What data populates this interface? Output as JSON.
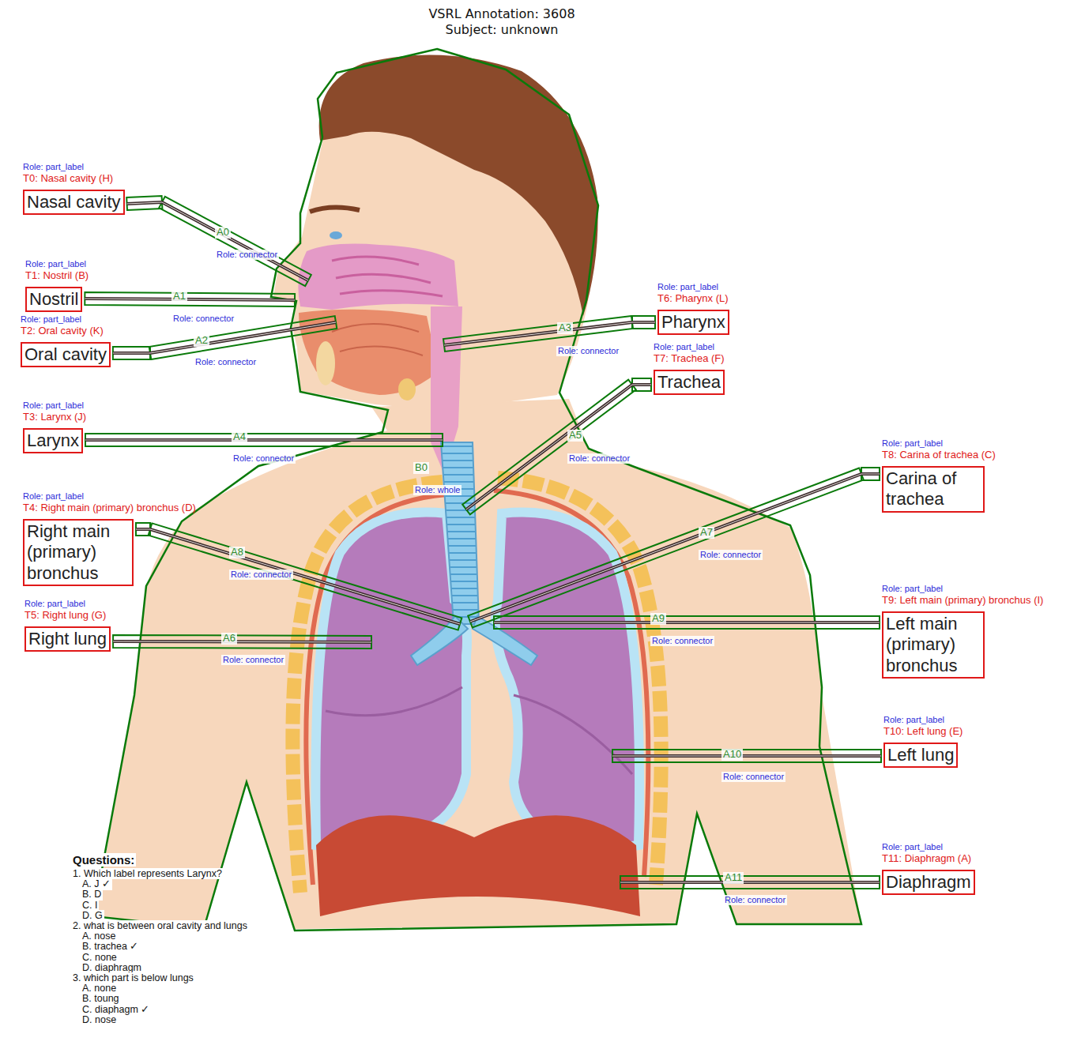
{
  "diagram": {
    "title": "VSRL Annotation: 3608",
    "nodes": [
      {
        "text": [
          "Role: part_label",
          "T0: Nasal cavity (H)",
          "Nasal cavity"
        ]
      },
      {
        "text": [
          "Role: part_label",
          "T1: Nostril (B)",
          "Nostril"
        ]
      },
      {
        "text": [
          "Role: part_label",
          "T2: Oral cavity (K)",
          "Oral cavity"
        ]
      },
      {
        "text": [
          "Role: part_label",
          "T3: Larynx (J)",
          "Larynx"
        ]
      },
      {
        "text": [
          "Role: part_label",
          "T4: Right main (primary) bronchus (D)",
          "Right main (primary) bronchus"
        ]
      },
      {
        "text": [
          "Role: part_label",
          "T5: Right lung (G)",
          "Right lung"
        ]
      },
      {
        "text": [
          "Role: part_label",
          "T6: Pharynx (L)",
          "Pharynx"
        ]
      },
      {
        "text": [
          "Role: part_label",
          "T7: Trachea (F)",
          "Trachea"
        ]
      },
      {
        "text": [
          "Role: part_label",
          "T8: Carina of trachea (C)",
          "Carina of trachea"
        ]
      },
      {
        "text": [
          "Role: part_label",
          "T9: Left main (primary) bronchus (I)",
          "Left main (primary) bronchus"
        ]
      },
      {
        "text": [
          "Role: part_label",
          "T10: Left lung (E)",
          "Left lung"
        ]
      },
      {
        "text": [
          "Role: part_label",
          "T11: Diaphragm (A)",
          "Diaphragm"
        ]
      }
    ],
    "labels": [
      "Subject: unknown",
      "A0",
      "Role: connector",
      "A1",
      "Role: connector",
      "A2",
      "Role: connector",
      "A3",
      "Role: connector",
      "A4",
      "Role: connector",
      "A5",
      "Role: connector",
      "A6",
      "Role: connector",
      "A7",
      "Role: connector",
      "A8",
      "Role: connector",
      "A9",
      "Role: connector",
      "A10",
      "Role: connector",
      "A11",
      "Role: connector",
      "B0",
      "Role: whole",
      "Questions:",
      "1. Which label represents Larynx?",
      "A. J ✓",
      "B. D",
      "C. I",
      "D. G",
      "2. what is between oral cavity and lungs",
      "A. nose",
      "B. trachea ✓",
      "C. none",
      "D. diaphragm",
      "3. which part is below lungs",
      "A. none",
      "B. toung",
      "C. diaphagm ✓",
      "D. nose"
    ]
  }
}
